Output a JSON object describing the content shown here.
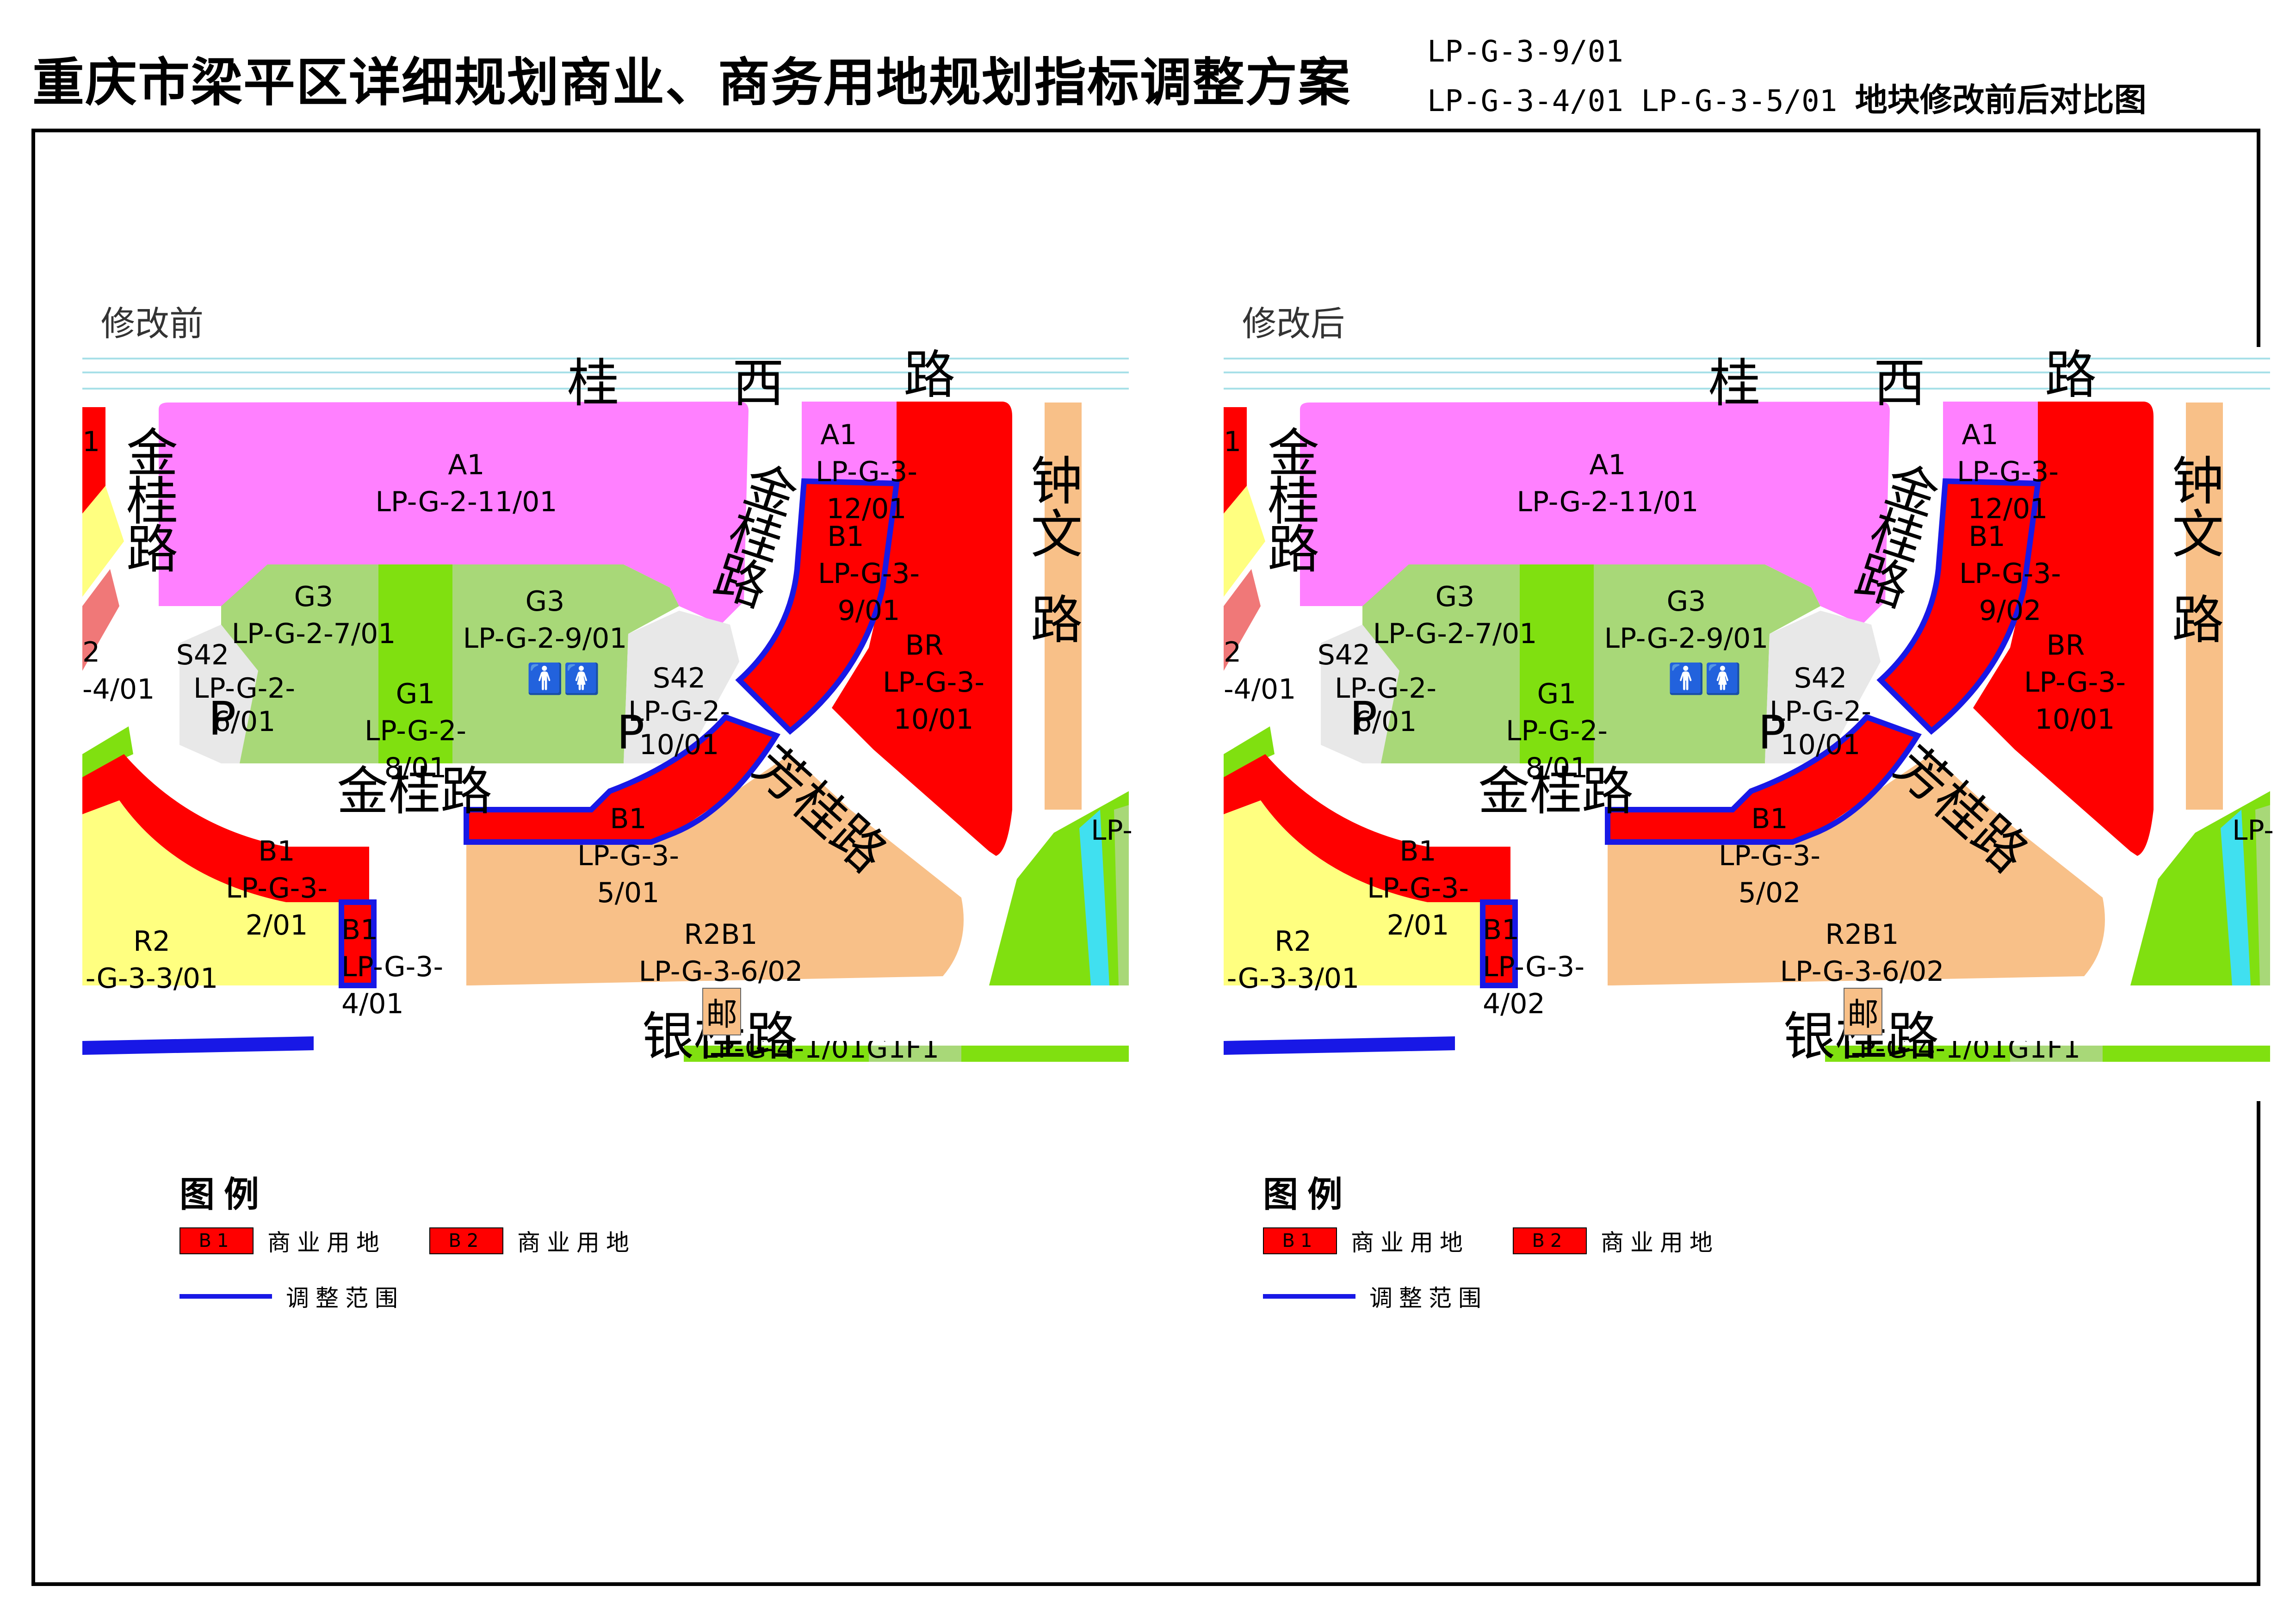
{
  "header": {
    "title": "重庆市梁平区详细规划商业、商务用地规划指标调整方案",
    "code_line1": "LP-G-3-9/01",
    "code_line2": "LP-G-3-4/01 LP-G-3-5/01",
    "code_line2_tail": "地块修改前后对比图"
  },
  "colors": {
    "commercial": "#ff0000",
    "public_admin": "#ff80ff",
    "green": "#a8d878",
    "green_bright": "#80e010",
    "residential_mixed": "#f8c088",
    "residential": "#ffff80",
    "parking": "#e8e8e8",
    "boundary": "#1818e6",
    "water": "#40e0f0"
  },
  "panels": [
    {
      "label": "修改前",
      "roads": {
        "gui_xi_1": "桂",
        "gui_xi_2": "西",
        "gui_xi_3": "路",
        "jin_gui_left": "金桂路",
        "jin_gui_right": "金桂路",
        "jin_gui_mid": "金桂路",
        "zhong_wen_1": "钟",
        "zhong_wen_2": "文",
        "zhong_wen_3": "路",
        "fang_gui": "芳桂路",
        "yin_gui": "银桂路"
      },
      "parcels": {
        "a1_big": {
          "code": "A1",
          "id": "LP-G-2-11/01"
        },
        "a1_small": {
          "code": "A1",
          "id": "LP-G-3-12/01"
        },
        "g3_left": {
          "code": "G3",
          "id": "LP-G-2-7/01"
        },
        "g3_right": {
          "code": "G3",
          "id": "LP-G-2-9/01"
        },
        "g1": {
          "code": "G1",
          "id": "LP-G-2-8/01"
        },
        "s42_left": {
          "code": "S42",
          "id": "LP-G-2-6/01"
        },
        "s42_right": {
          "code": "S42",
          "id": "LP-G-2-10/01"
        },
        "b1_curve": {
          "code": "B1",
          "id": "LP-G-3-9/01"
        },
        "br": {
          "code": "BR",
          "id": "LP-G-3-10/01"
        },
        "b1_mid": {
          "code": "B1",
          "id": "LP-G-3-5/01"
        },
        "b1_left": {
          "code": "B1",
          "id": "LP-G-3-2/01"
        },
        "b1_strip": {
          "code": "B1",
          "id": "LP-G-3-4/01"
        },
        "r2": {
          "code": "R2",
          "id": "-G-3-3/01"
        },
        "r2b1": {
          "code": "R2B1",
          "id": "LP-G-3-6/02"
        },
        "edge_left_top": {
          "code": "1"
        },
        "edge_left_mid": {
          "code": "2",
          "id": "-4/01"
        },
        "edge_right": {
          "code": "LP-"
        },
        "bottom_cut": {
          "code": "LP-G-4-1/01G1F1"
        }
      },
      "symbols": {
        "parking": "P",
        "post_office": "邮",
        "toilet": "🚹🚺"
      }
    },
    {
      "label": "修改后",
      "roads": {
        "gui_xi_1": "桂",
        "gui_xi_2": "西",
        "gui_xi_3": "路",
        "jin_gui_left": "金桂路",
        "jin_gui_right": "金桂路",
        "jin_gui_mid": "金桂路",
        "zhong_wen_1": "钟",
        "zhong_wen_2": "文",
        "zhong_wen_3": "路",
        "fang_gui": "芳桂路",
        "yin_gui": "银桂路"
      },
      "parcels": {
        "a1_big": {
          "code": "A1",
          "id": "LP-G-2-11/01"
        },
        "a1_small": {
          "code": "A1",
          "id": "LP-G-3-12/01"
        },
        "g3_left": {
          "code": "G3",
          "id": "LP-G-2-7/01"
        },
        "g3_right": {
          "code": "G3",
          "id": "LP-G-2-9/01"
        },
        "g1": {
          "code": "G1",
          "id": "LP-G-2-8/01"
        },
        "s42_left": {
          "code": "S42",
          "id": "LP-G-2-6/01"
        },
        "s42_right": {
          "code": "S42",
          "id": "LP-G-2-10/01"
        },
        "b1_curve": {
          "code": "B1",
          "id": "LP-G-3-9/02"
        },
        "br": {
          "code": "BR",
          "id": "LP-G-3-10/01"
        },
        "b1_mid": {
          "code": "B1",
          "id": "LP-G-3-5/02"
        },
        "b1_left": {
          "code": "B1",
          "id": "LP-G-3-2/01"
        },
        "b1_strip": {
          "code": "B1",
          "id": "LP-G-3-4/02"
        },
        "r2": {
          "code": "R2",
          "id": "-G-3-3/01"
        },
        "r2b1": {
          "code": "R2B1",
          "id": "LP-G-3-6/02"
        },
        "edge_left_top": {
          "code": "1"
        },
        "edge_left_mid": {
          "code": "2",
          "id": "-4/01"
        },
        "edge_right": {
          "code": "LP-"
        },
        "bottom_cut": {
          "code": "LP-G-4-1/01G1F1"
        }
      },
      "symbols": {
        "parking": "P",
        "post_office": "邮",
        "toilet": "🚹🚺"
      }
    }
  ],
  "legend": {
    "title": "图例",
    "items": [
      {
        "swatch": "B1",
        "label": "商业用地"
      },
      {
        "swatch": "B2",
        "label": "商业用地"
      },
      {
        "swatch": "",
        "label": "调整范围"
      }
    ]
  }
}
